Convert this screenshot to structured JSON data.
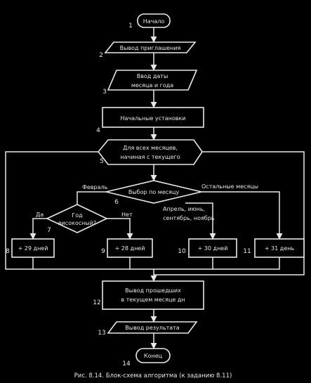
{
  "nodes": {
    "start": "Начало",
    "output_prompt": "Вывод приглашения",
    "input_1": "Ввод даты",
    "input_2": "месяца и года",
    "init": "Начальные установки",
    "loop_1": "Для всех месяцев,",
    "loop_2": "начиная с текущего",
    "month_select": "Выбор по месяцу",
    "leap_1": "Год",
    "leap_2": "високосный?",
    "d29": "+ 29 дней",
    "d28": "+ 28 дней",
    "d30": "+ 30 дней",
    "d31": "+ 31 день",
    "result_1": "Вывод прошедших",
    "result_2": "в текущем месяце дн",
    "output_result": "Вывод результата",
    "end": "Конец"
  },
  "labels": {
    "february": "Февраль",
    "april_1": "Апрель, июнь,",
    "april_2": "сентябрь, ноябрь",
    "other_months": "Остальные месяцы",
    "yes": "Да",
    "no": "Нет"
  },
  "numbers": [
    "1",
    "2",
    "3",
    "4",
    "5",
    "6",
    "7",
    "8",
    "9",
    "10",
    "11",
    "12",
    "13",
    "14"
  ],
  "caption": "Рис. 8.14. Блок-схема алгоритма (к заданию 8.11)"
}
